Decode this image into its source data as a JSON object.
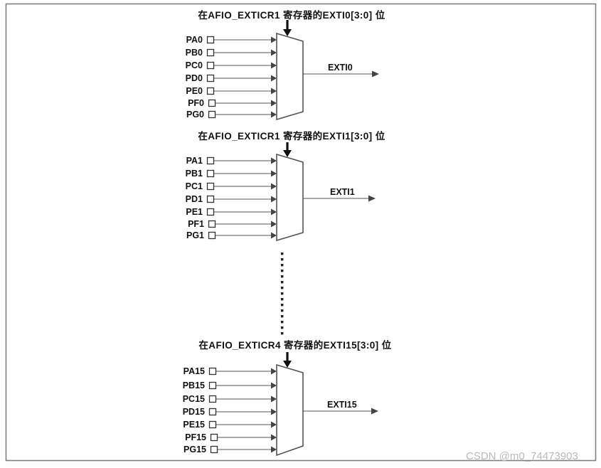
{
  "figure": {
    "name": "exti-line-multiplexer",
    "frame": {
      "border_color": "#808080",
      "background": "#ffffff"
    },
    "line_color": "#555555",
    "accent_color": "#111111"
  },
  "blocks": [
    {
      "id": "exti0",
      "title": "在AFIO_EXTICR1 寄存器的EXTI0[3:0] 位",
      "control_arrow": "down-arrow-icon",
      "inputs": [
        "PA0",
        "PB0",
        "PC0",
        "PD0",
        "PE0",
        "PF0",
        "PG0"
      ],
      "output": "EXTI0"
    },
    {
      "id": "exti1",
      "title": "在AFIO_EXTICR1 寄存器的EXTI1[3:0] 位",
      "control_arrow": "down-arrow-icon",
      "inputs": [
        "PA1",
        "PB1",
        "PC1",
        "PD1",
        "PE1",
        "PF1",
        "PG1"
      ],
      "output": "EXTI1"
    },
    {
      "id": "exti15",
      "title": "在AFIO_EXTICR4 寄存器的EXTI15[3:0] 位",
      "control_arrow": "down-arrow-icon",
      "inputs": [
        "PA15",
        "PB15",
        "PC15",
        "PD15",
        "PE15",
        "PF15",
        "PG15"
      ],
      "output": "EXTI15"
    }
  ],
  "ellipsis": {
    "name": "vertical-ellipsis",
    "dot_count": 15
  },
  "watermark": {
    "text": "CSDN @m0_74473903"
  }
}
